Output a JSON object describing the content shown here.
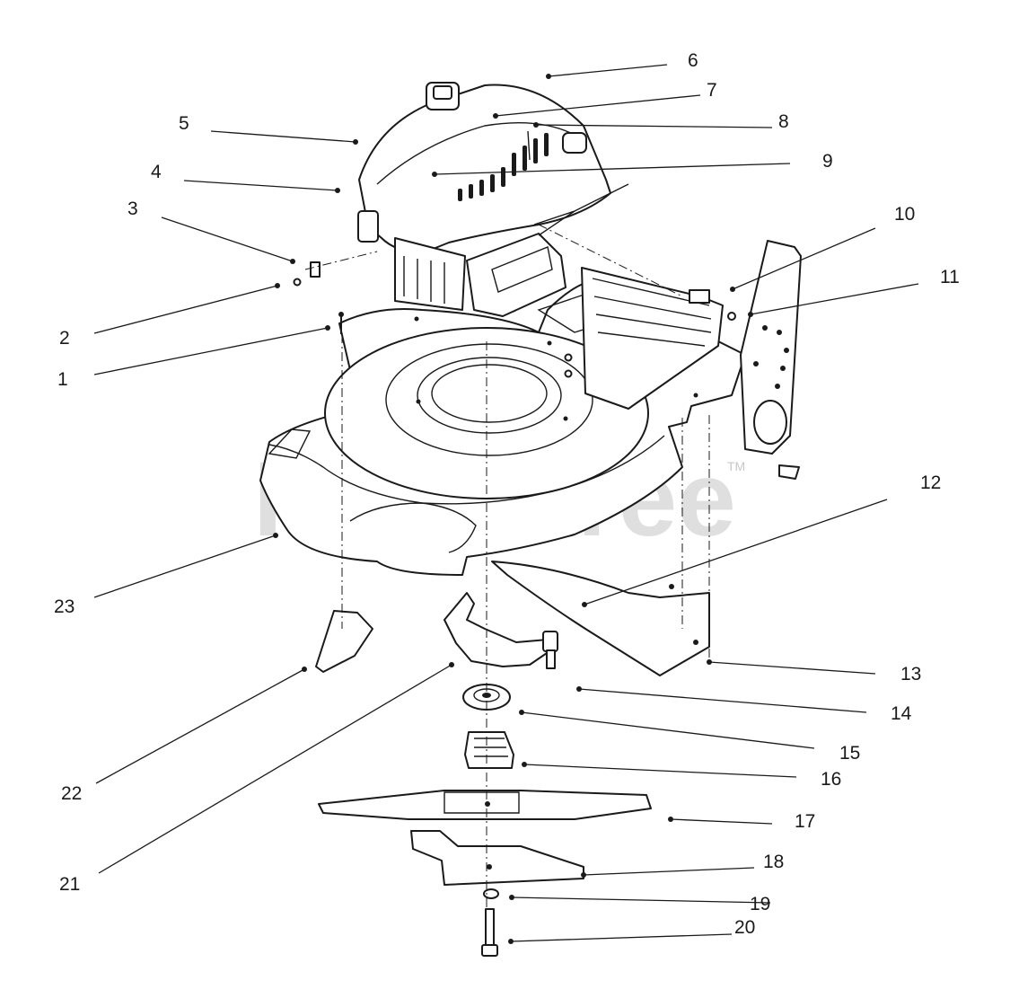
{
  "watermark": {
    "text": "PartsTree",
    "trademark": "TM"
  },
  "callouts": [
    {
      "id": 1,
      "label": "1"
    },
    {
      "id": 2,
      "label": "2"
    },
    {
      "id": 3,
      "label": "3"
    },
    {
      "id": 4,
      "label": "4"
    },
    {
      "id": 5,
      "label": "5"
    },
    {
      "id": 6,
      "label": "6"
    },
    {
      "id": 7,
      "label": "7"
    },
    {
      "id": 8,
      "label": "8"
    },
    {
      "id": 9,
      "label": "9"
    },
    {
      "id": 10,
      "label": "10"
    },
    {
      "id": 11,
      "label": "11"
    },
    {
      "id": 12,
      "label": "12"
    },
    {
      "id": 13,
      "label": "13"
    },
    {
      "id": 14,
      "label": "14"
    },
    {
      "id": 15,
      "label": "15"
    },
    {
      "id": 16,
      "label": "16"
    },
    {
      "id": 17,
      "label": "17"
    },
    {
      "id": 18,
      "label": "18"
    },
    {
      "id": 19,
      "label": "19"
    },
    {
      "id": 20,
      "label": "20"
    },
    {
      "id": 21,
      "label": "21"
    },
    {
      "id": 22,
      "label": "22"
    },
    {
      "id": 23,
      "label": "23"
    }
  ]
}
